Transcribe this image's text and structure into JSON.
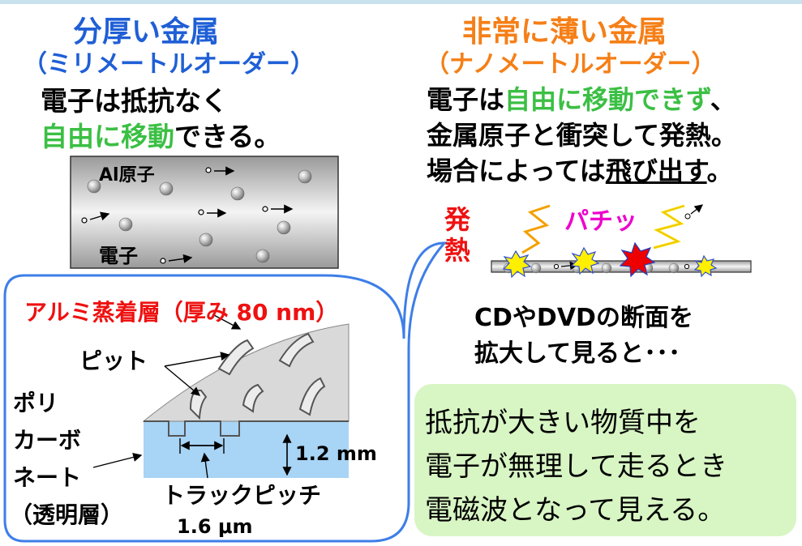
{
  "left_panel": {
    "title": "分厚い金属",
    "subtitle": "（ミリメートルオーダー）",
    "desc_line1": "電子は抵抗なく",
    "desc_line2_highlight": "自由に移動",
    "desc_line2_rest": "できる。",
    "atom_label": "Al原子",
    "electron_label": "電子"
  },
  "right_panel": {
    "title": "非常に薄い金属",
    "subtitle": "（ナノメートルオーダー）",
    "line1_a": "電子は",
    "line1_highlight": "自由に移動できず",
    "line1_b": "、",
    "line2": "金属原子と衝突して発熱。",
    "line3_a": "場合によっては",
    "line3_underlined": "飛び出す",
    "line3_b": "。",
    "heat_char1": "発",
    "heat_char2": "熱",
    "spark_label": "パチッ"
  },
  "cd_caption": {
    "line1": "CDやDVDの断面を",
    "line2": "拡大して見ると･･･"
  },
  "callout": {
    "title": "アルミ蒸着層（厚み 80 nm）",
    "pit_label": "ピット",
    "poly_line1": "ポリ",
    "poly_line2": "カーボ",
    "poly_line3": "ネート",
    "poly_line4": "（透明層）",
    "thickness_label": "1.2 mm",
    "pitch_label": "トラックピッチ",
    "pitch_value": "1.6 μm"
  },
  "summary": {
    "line1": "抵抗が大きい物質中を",
    "line2": "電子が無理して走るとき",
    "line3": "電磁波となって見える。"
  },
  "colors": {
    "blue_title": "#1f5fd6",
    "orange_title": "#f57f17",
    "highlight_green": "#3bbf44",
    "callout_border": "#3d7ee8",
    "summary_bg": "#d8f5c4",
    "polycarbonate": "#a8d4f5"
  }
}
